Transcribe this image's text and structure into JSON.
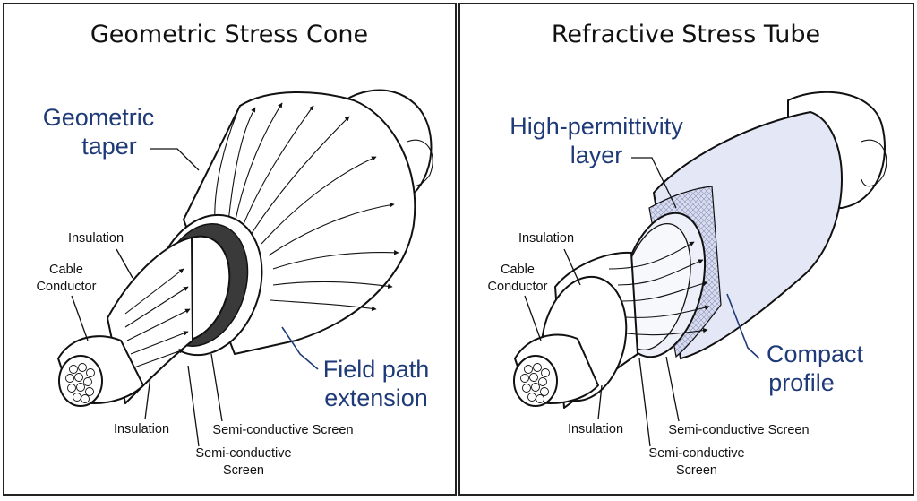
{
  "panels": [
    {
      "title": "Geometric Stress Cone",
      "callouts": {
        "taper_line1": "Geometric",
        "taper_line2": "taper",
        "field_line1": "Field path",
        "field_line2": "extension"
      },
      "labels": {
        "insulation_top": "Insulation",
        "cable_line1": "Cable",
        "cable_line2": "Conductor",
        "insulation_bottom": "Insulation",
        "semi_screen_right": "Semi-conductive Screen",
        "semi_line1": "Semi-conductive",
        "semi_line2": "Screen"
      }
    },
    {
      "title": "Refractive Stress Tube",
      "callouts": {
        "layer_line1": "High-permittivity",
        "layer_line2": "layer",
        "compact_line1": "Compact",
        "compact_line2": "profile"
      },
      "labels": {
        "insulation_top": "Insulation",
        "cable_line1": "Cable",
        "cable_line2": "Conductor",
        "insulation_bottom": "Insulation",
        "semi_screen_right": "Semi-conductive Screen",
        "semi_line1": "Semi-conductive",
        "semi_line2": "Screen"
      }
    }
  ],
  "colors": {
    "outline": "#111111",
    "callout_text": "#1f3a78",
    "semi_screen_dark": "#3a3a3a",
    "permittivity_fill": "#dfe3f3"
  }
}
